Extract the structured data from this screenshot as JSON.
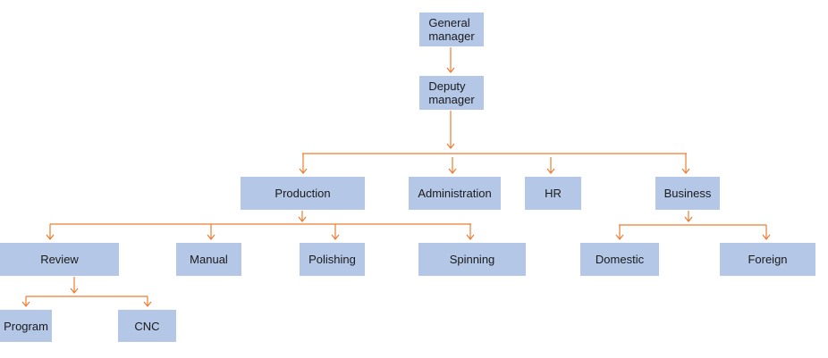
{
  "chart": {
    "nodes": {
      "general_manager": "General\nmanager",
      "deputy_manager": "Deputy\nmanager",
      "production": "Production",
      "administration": "Administration",
      "hr": "HR",
      "business": "Business",
      "review": "Review",
      "manual": "Manual",
      "polishing": "Polishing",
      "spinning": "Spinning",
      "domestic": "Domestic",
      "foreign": "Foreign",
      "program": "Program",
      "cnc": "CNC"
    }
  },
  "colors": {
    "box_fill": "#b4c7e7",
    "connector": "#ed7d31",
    "text": "#1a1a1a",
    "background": "#ffffff"
  }
}
